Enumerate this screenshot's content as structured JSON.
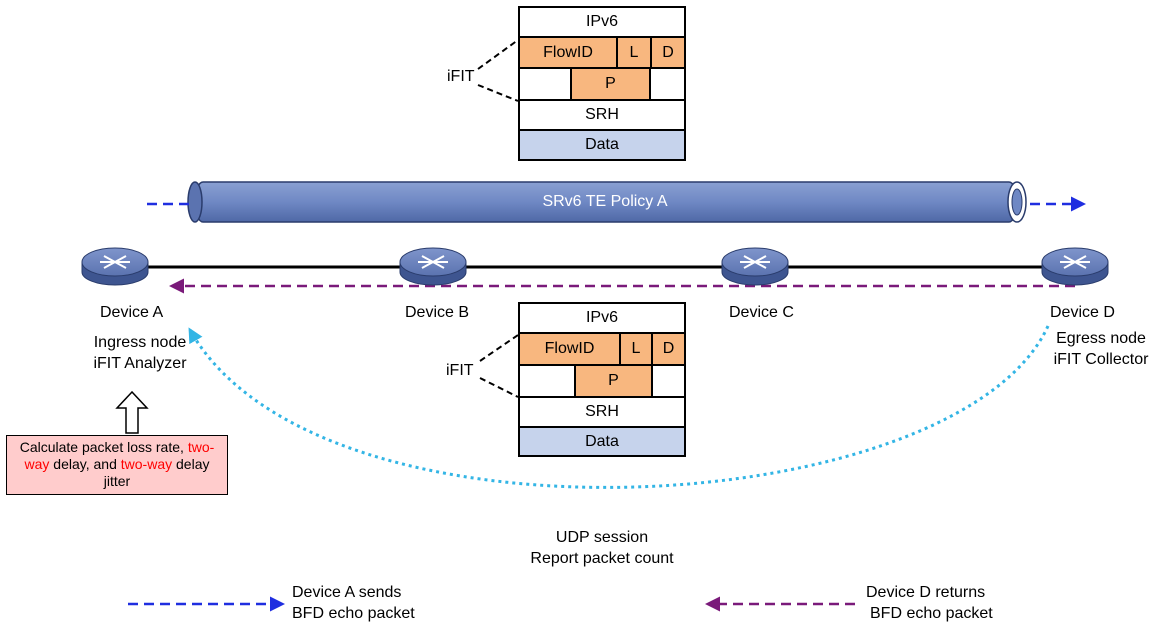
{
  "policy_label": "SRv6 TE Policy A",
  "devices": [
    {
      "name": "Device A",
      "role_lines": [
        "Ingress node",
        "iFIT Analyzer"
      ]
    },
    {
      "name": "Device B",
      "role_lines": []
    },
    {
      "name": "Device C",
      "role_lines": []
    },
    {
      "name": "Device D",
      "role_lines": [
        "Egress node",
        "iFIT Collector"
      ]
    }
  ],
  "packet_header": {
    "ipv6": "IPv6",
    "flowid": "FlowID",
    "l": "L",
    "d": "D",
    "p": "P",
    "srh": "SRH",
    "data": "Data",
    "ifit_label": "iFIT"
  },
  "calc_box": {
    "part1": "Calculate packet loss rate, ",
    "part2": "two-way",
    "part3": " delay, and ",
    "part4": "two-way",
    "part5": " delay jitter"
  },
  "udp": {
    "line1": "UDP session",
    "line2": "Report packet count"
  },
  "legend": {
    "send_line1": "Device A sends",
    "send_line2": "BFD echo packet",
    "return_line1": "Device D returns",
    "return_line2": "BFD echo packet"
  },
  "colors": {
    "send_arrow": "#1f2ee0",
    "return_arrow": "#7a1a7a",
    "udp_arrow": "#33b5e5",
    "tube": "#6f88c4",
    "router": "#5b73b0",
    "orange_field": "#f8b77f",
    "data_field": "#c6d3ec",
    "calc_box_fill": "#ffcccc"
  }
}
